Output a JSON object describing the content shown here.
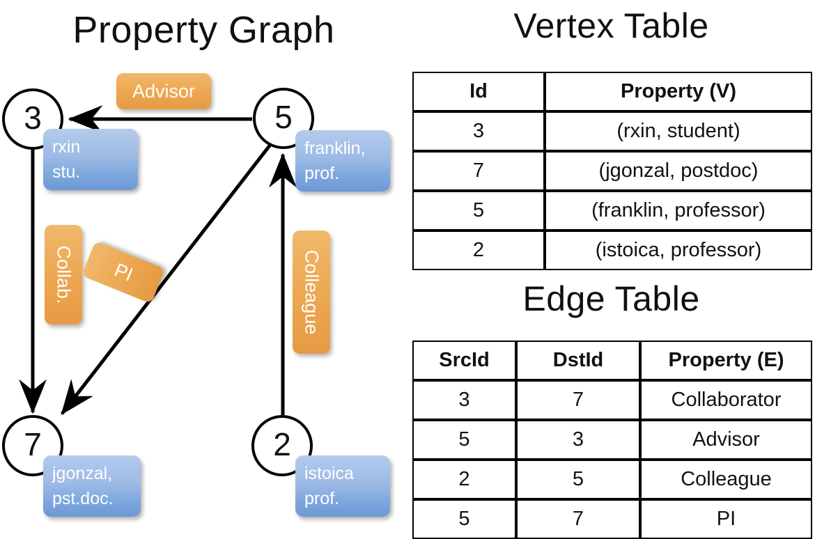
{
  "titles": {
    "property_graph": "Property Graph",
    "vertex_table": "Vertex Table",
    "edge_table": "Edge Table"
  },
  "graph": {
    "nodes": [
      {
        "id": "3",
        "property": "rxin\nstu."
      },
      {
        "id": "5",
        "property": "franklin,\nprof."
      },
      {
        "id": "7",
        "property": "jgonzal,\npst.doc."
      },
      {
        "id": "2",
        "property": "istoica\nprof."
      }
    ],
    "edge_labels": [
      {
        "name": "advisor",
        "text": "Advisor"
      },
      {
        "name": "collab",
        "text": "Collab."
      },
      {
        "name": "pi",
        "text": "PI"
      },
      {
        "name": "colleague",
        "text": "Colleague"
      }
    ]
  },
  "vertex_table": {
    "headers": [
      "Id",
      "Property (V)"
    ],
    "rows": [
      [
        "3",
        "(rxin, student)"
      ],
      [
        "7",
        "(jgonzal, postdoc)"
      ],
      [
        "5",
        "(franklin, professor)"
      ],
      [
        "2",
        "(istoica, professor)"
      ]
    ]
  },
  "edge_table": {
    "headers": [
      "SrcId",
      "DstId",
      "Property (E)"
    ],
    "rows": [
      [
        "3",
        "7",
        "Collaborator"
      ],
      [
        "5",
        "3",
        "Advisor"
      ],
      [
        "2",
        "5",
        "Colleague"
      ],
      [
        "5",
        "7",
        "PI"
      ]
    ]
  },
  "colors": {
    "vertex_property_fill": "#d3dff1",
    "edge_property_fill": "#f7dfc5",
    "node_bubble_blue": "#7ea7dd",
    "edge_bubble_orange": "#e9a14a",
    "stroke": "#000000"
  },
  "chart_data": {
    "type": "diagram",
    "title": "Property Graph",
    "nodes": [
      {
        "id": "3",
        "label": "rxin, student"
      },
      {
        "id": "5",
        "label": "franklin, professor"
      },
      {
        "id": "7",
        "label": "jgonzal, postdoc"
      },
      {
        "id": "2",
        "label": "istoica, professor"
      }
    ],
    "edges": [
      {
        "src": "3",
        "dst": "7",
        "label": "Collab."
      },
      {
        "src": "5",
        "dst": "3",
        "label": "Advisor"
      },
      {
        "src": "2",
        "dst": "5",
        "label": "Colleague"
      },
      {
        "src": "5",
        "dst": "7",
        "label": "PI"
      }
    ]
  }
}
